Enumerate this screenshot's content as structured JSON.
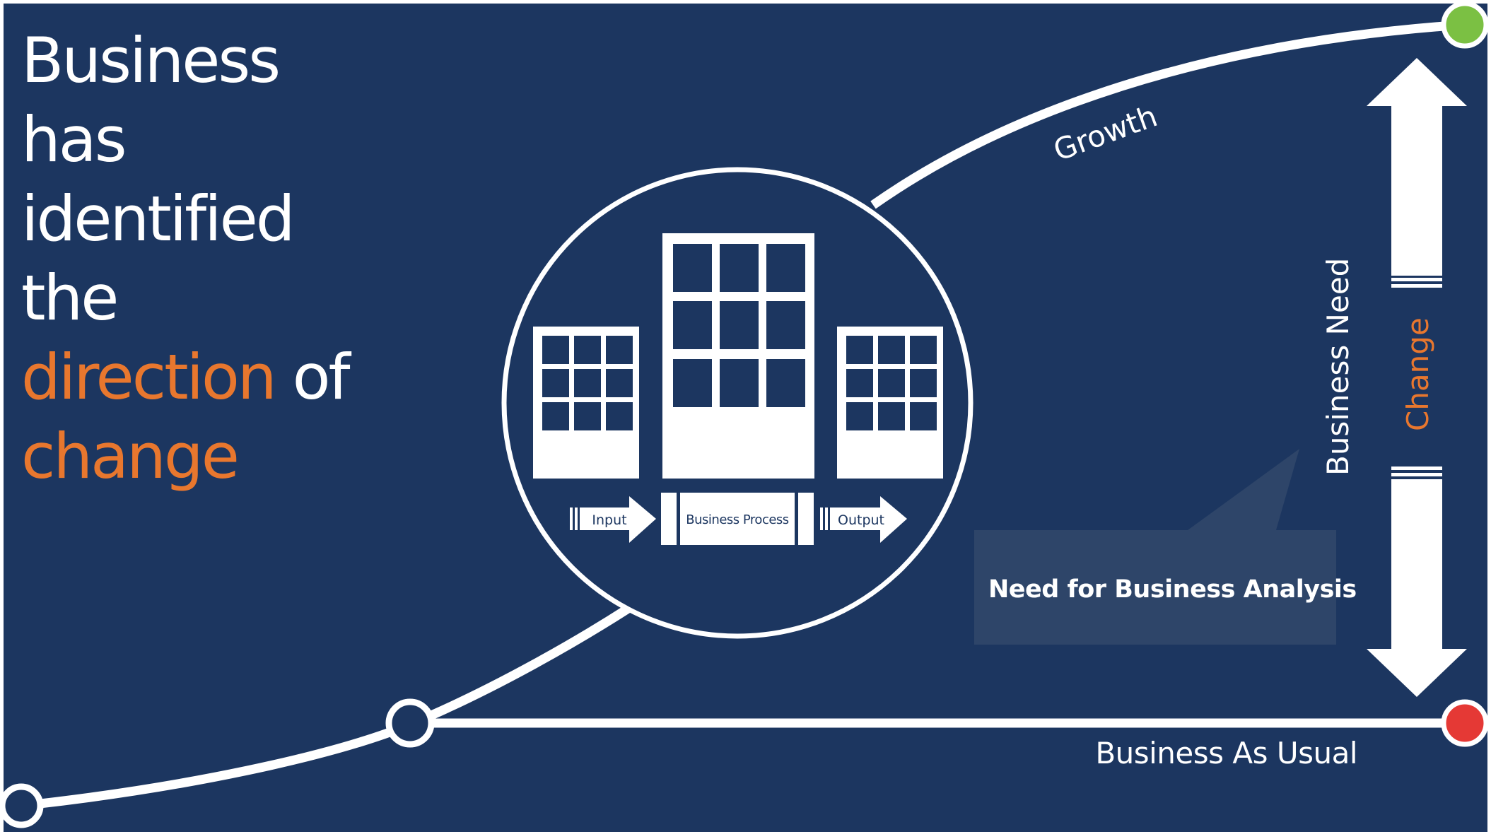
{
  "headline": {
    "line1": "Business",
    "line2": "has",
    "line3": "identified",
    "line4": "the",
    "line5_accent": "direction",
    "line5_rest": " of",
    "line6_accent": "change"
  },
  "labels": {
    "growth": "Growth",
    "business_as_usual": "Business As Usual",
    "business_need": "Business Need",
    "change": "Change",
    "callout": "Need for Business Analysis",
    "input": "Input",
    "business_process": "Business Process",
    "output": "Output"
  },
  "colors": {
    "background": "#1c3660",
    "accent": "#e8772e",
    "green_dot": "#7bc043",
    "red_dot": "#e53935",
    "callout_fill": "#2e4569",
    "white": "#ffffff"
  },
  "icons": [
    "building-icon",
    "input-arrow-icon",
    "output-arrow-icon",
    "double-arrow-icon"
  ]
}
